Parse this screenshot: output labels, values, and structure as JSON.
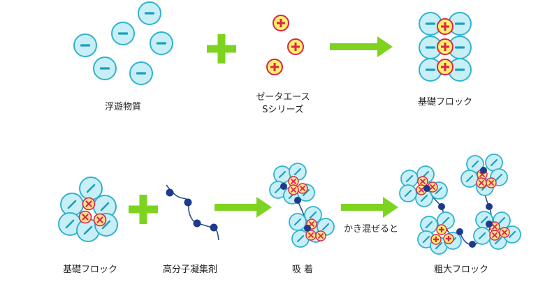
{
  "labels": {
    "suspended_solids": "浮遊物質",
    "zeta_ace_line1": "ゼータエース",
    "zeta_ace_line2": "Sシリーズ",
    "base_floc_top": "基礎フロック",
    "base_floc_bottom": "基礎フロック",
    "polymer_flocculant": "高分子凝集剤",
    "adsorption": "吸 着",
    "mixing": "かき混ぜると",
    "coarse_floc": "粗大フロック"
  },
  "colors": {
    "particle_fill": "#c8eef6",
    "particle_stroke": "#2fb3cf",
    "minus_sign": "#1a9fc0",
    "cation_fill": "#fbf06a",
    "cation_stroke": "#d8254a",
    "plus_sign": "#d8254a",
    "green_arrow": "#7ed321",
    "polymer_chain": "#2a4c9a",
    "polymer_node": "#1d3b8a"
  },
  "icons": {
    "plus_operator": "green-plus-icon",
    "process_arrow": "green-arrow-icon",
    "negative_particle": "minus-circle-icon",
    "cationic_agent": "plus-circle-icon",
    "neutralized_charge": "x-circle-icon",
    "polymer": "chain-icon"
  }
}
